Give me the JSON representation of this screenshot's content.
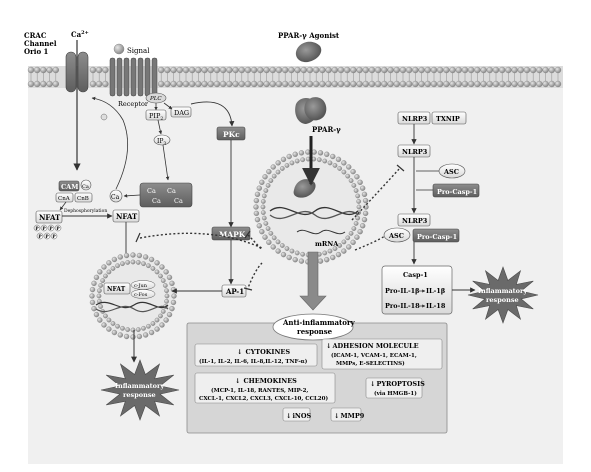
{
  "labels": {
    "crac": "CRAC",
    "channel": "Channel",
    "orio": "Orio 1",
    "ca_top": "Ca",
    "ca_top_sup": "2+",
    "signal": "Signal",
    "ppar_agonist": "PPAR-γ Agonist",
    "receptor": "Receptor",
    "plc": "PLC",
    "dag": "DAG",
    "pip2": "PIP",
    "pip2_sub": "2",
    "ip3": "IP",
    "ip3_sub": "3",
    "pkc": "PKc",
    "ppar_gamma": "PPAR-γ",
    "nlrp3_a": "NLRP3",
    "txnip": "TXNIP",
    "nlrp3_b": "NLRP3",
    "asc_a": "ASC",
    "pro_casp1_a": "Pro-Casp-1",
    "nlrp3_c": "NLRP3",
    "asc_b": "ASC",
    "pro_casp1_b": "Pro-Casp-1",
    "cam": "CAM",
    "cam_ca": "Ca",
    "cna": "CnA",
    "cnb": "CnB",
    "p": "P",
    "dephosphorylation": "Dephosphorylation",
    "nfat_cyto": "NFAT",
    "nfat_nuc_left": "NFAT",
    "nfat_inner": "NFAT",
    "c_jun": "c-Jun",
    "c_fos": "c-Fos",
    "ca_store": "Ca",
    "ca_free": "Ca",
    "mapk": "MAPK",
    "ap1": "AP-1",
    "mrna": "mRNA",
    "casp1": "Casp-1",
    "pro_il1b": "Pro-IL-1β",
    "il1b": "IL-1β",
    "pro_il18": "Pro-IL-18",
    "il18": "IL-18",
    "inflam_right": [
      "Inflammatory",
      "response"
    ],
    "inflam_left": [
      "Inflammatory",
      "response"
    ],
    "anti_inflam": [
      "Anti-inflammatory",
      "response"
    ],
    "cytokines_title": "CYTOKINES",
    "cytokines_list": "(IL-1, IL-2, IL-6, IL-8,IL-12, TNF-α)",
    "adhesion_title": "ADHESION MOLECULE",
    "adhesion_list_1": "(ICAM-1, VCAM-1, ECAM-1,",
    "adhesion_list_2": "MMPs, E-SELECTINS)",
    "chemokines_title": "CHEMOKINES",
    "chemokines_list_1": "(MCP-1, IL-18, RANTES, MIP-2,",
    "chemokines_list_2": "CXCL-1, CXCL2, CXCL3, CXCL-10, CCL20)",
    "pyroptosis_title": "PYROPTOSIS",
    "pyroptosis_sub": "(via HMGB-1)",
    "inos": "iNOS",
    "mmp9": "MMP9"
  },
  "colors": {
    "membrane_head": "#a8a8a8",
    "cell_bg": "#f0f0f0",
    "box_dark": "#6f6f6f",
    "box_mid": "#bdbdbd",
    "box_light": "#e4e4e4",
    "star": "#6a6a6a",
    "arrow": "#3a3a3a"
  }
}
